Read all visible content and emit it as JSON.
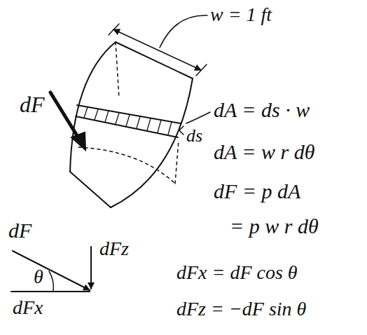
{
  "diagram": {
    "labels": [
      "dF",
      "w = 1 ft",
      "dA = ds · w",
      "ds",
      "dA = w r dθ",
      "dF = p dA",
      "= p w r dθ",
      "dF",
      "dFz",
      "θ",
      "dFx",
      "dFx = dF cos θ",
      "dFz = −dF sin θ"
    ]
  }
}
